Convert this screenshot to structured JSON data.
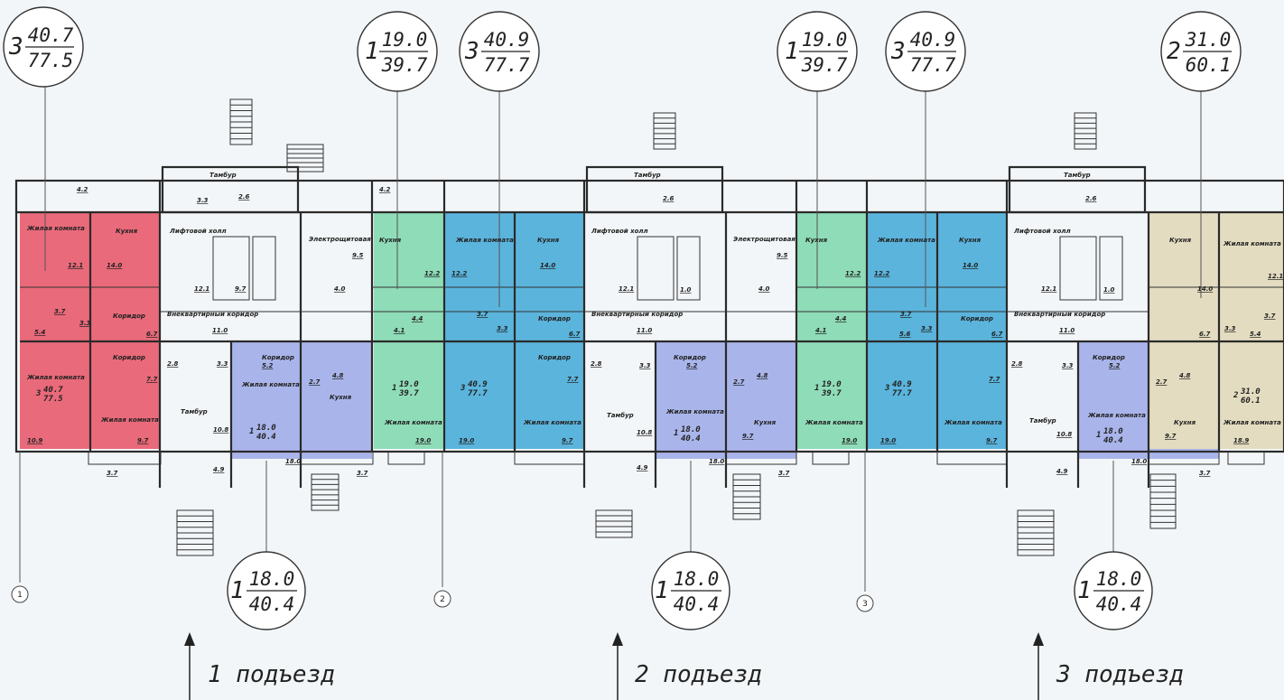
{
  "colors": {
    "background": "#f3f6f8",
    "pink": "#e96a7a",
    "green": "#8fdcb8",
    "blue": "#5bb4dc",
    "lavender": "#a9b5ea",
    "beige": "#e3dcc0",
    "wall": "#2a2a2a"
  },
  "top_bubbles": [
    {
      "rooms": "3",
      "living": "40.7",
      "total": "77.5"
    },
    {
      "rooms": "1",
      "living": "19.0",
      "total": "39.7"
    },
    {
      "rooms": "3",
      "living": "40.9",
      "total": "77.7"
    },
    {
      "rooms": "1",
      "living": "19.0",
      "total": "39.7"
    },
    {
      "rooms": "3",
      "living": "40.9",
      "total": "77.7"
    },
    {
      "rooms": "2",
      "living": "31.0",
      "total": "60.1"
    }
  ],
  "bottom_bubbles": [
    {
      "rooms": "1",
      "living": "18.0",
      "total": "40.4"
    },
    {
      "rooms": "1",
      "living": "18.0",
      "total": "40.4"
    },
    {
      "rooms": "1",
      "living": "18.0",
      "total": "40.4"
    }
  ],
  "entrances": [
    "1 подъезд",
    "2 подъезд",
    "3 подъезд"
  ],
  "axes": [
    "1",
    "2",
    "3"
  ],
  "room_names": {
    "living": "Жилая комната",
    "kitchen": "Кухня",
    "corridor": "Коридор",
    "hall": "Лифтовой холл",
    "vestibule": "Тамбур",
    "electrical": "Электрощитовая",
    "inter_corridor": "Внеквартирный коридор"
  },
  "apartment_labels": [
    {
      "rooms": "3",
      "living": "40.7",
      "total": "77.5"
    },
    {
      "rooms": "1",
      "living": "19.0",
      "total": "39.7"
    },
    {
      "rooms": "3",
      "living": "40.9",
      "total": "77.7"
    },
    {
      "rooms": "1",
      "living": "18.0",
      "total": "40.4"
    },
    {
      "rooms": "1",
      "living": "19.0",
      "total": "39.7"
    },
    {
      "rooms": "3",
      "living": "40.9",
      "total": "77.7"
    },
    {
      "rooms": "1",
      "living": "18.0",
      "total": "40.4"
    },
    {
      "rooms": "1",
      "living": "18.0",
      "total": "40.4"
    },
    {
      "rooms": "2",
      "living": "31.0",
      "total": "60.1"
    }
  ],
  "areas": {
    "a1": "4.2",
    "a2": "12.1",
    "a3": "14.0",
    "a4": "3.7",
    "a5": "3.3",
    "a6": "5.4",
    "a7": "6.7",
    "a8": "7.7",
    "a9": "10.9",
    "a10": "9.7",
    "a11": "3.7",
    "a12": "12.1",
    "a13": "9.7",
    "a14": "11.0",
    "a15": "2.8",
    "a16": "3.3",
    "a17": "10.8",
    "a18": "4.9",
    "a19": "9.5",
    "a20": "4.0",
    "a21": "12.2",
    "a22": "4.4",
    "a23": "4.1",
    "a24": "19.0",
    "a25": "5.2",
    "a26": "2.7",
    "a27": "4.8",
    "a28": "18.0",
    "a29": "3.7",
    "a30": "4.2",
    "a31": "12.2",
    "a32": "3.7",
    "a33": "3.3",
    "a34": "6.7",
    "a35": "7.7",
    "a36": "19.0",
    "a37": "14.0",
    "a38": "9.7",
    "a39": "2.6",
    "a40": "3.3",
    "a41": "2.6",
    "a42": "12.1",
    "a43": "1.0",
    "a44": "11.0",
    "a45": "2.8",
    "a46": "3.3",
    "a47": "10.8",
    "a48": "4.9",
    "a49": "5.2",
    "a50": "2.7",
    "a51": "4.8",
    "a52": "9.7",
    "a53": "18.0",
    "a54": "3.7",
    "a55": "9.5",
    "a56": "4.0",
    "a57": "12.2",
    "a58": "4.4",
    "a59": "4.1",
    "a60": "19.0",
    "a61": "12.2",
    "a62": "3.7",
    "a63": "3.3",
    "a64": "5.6",
    "a65": "6.7",
    "a66": "7.7",
    "a67": "19.0",
    "a68": "14.0",
    "a69": "9.7",
    "a70": "12.1",
    "a71": "11.0",
    "a72": "2.8",
    "a73": "3.3",
    "a74": "10.8",
    "a75": "4.9",
    "a76": "5.2",
    "a77": "2.7",
    "a78": "4.8",
    "a79": "9.7",
    "a80": "18.0",
    "a81": "3.7",
    "a82": "14.0",
    "a83": "3.3",
    "a84": "5.4",
    "a85": "6.7",
    "a86": "12.1",
    "a87": "18.9",
    "a88": "3.7",
    "a89": "1.0",
    "a90": "2.6"
  }
}
